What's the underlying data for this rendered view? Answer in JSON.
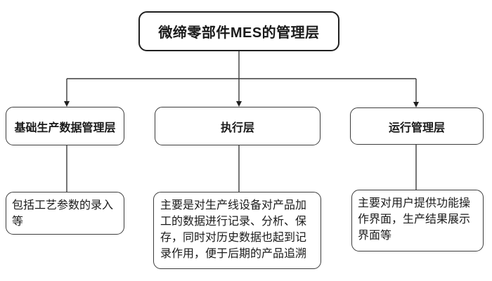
{
  "diagram": {
    "title": "微缔零部件MES的管理层",
    "columns": [
      {
        "label": "基础生产数据管理层",
        "description": "包括工艺参数的录入等"
      },
      {
        "label": "执行层",
        "description": "主要是对生产线设备对产品加工的数据进行记录、分析、保存，同时对历史数据也起到记录作用，便于后期的产品追溯"
      },
      {
        "label": "运行管理层",
        "description": "主要对用户提供功能操作界面，生产结果展示界面等"
      }
    ],
    "colors": {
      "background": "#ffffff",
      "border": "#3c3c3c",
      "line": "#3c3c3c",
      "text": "#1a1a1a"
    }
  }
}
